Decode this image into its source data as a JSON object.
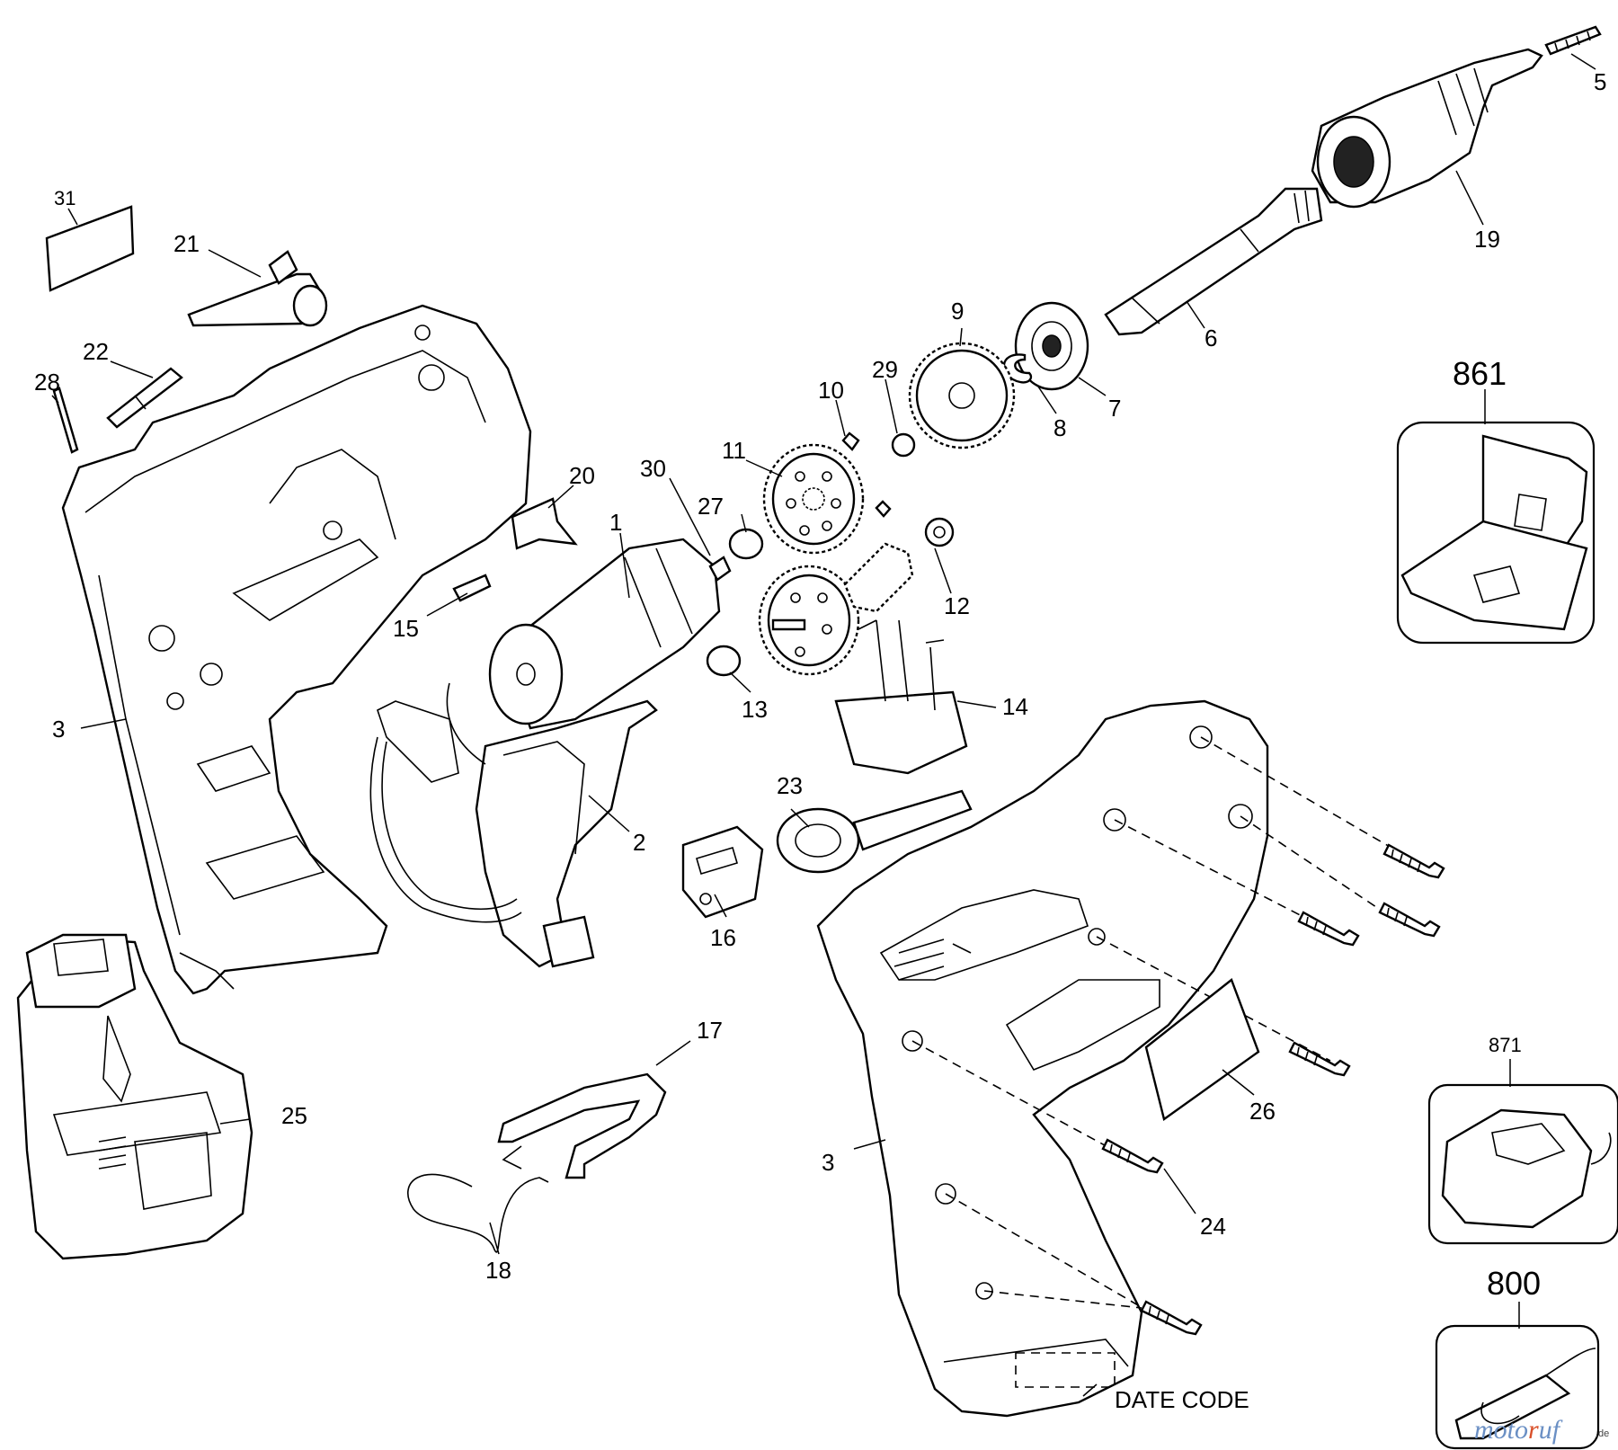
{
  "parts": {
    "p1": "1",
    "p2": "2",
    "p3a": "3",
    "p3b": "3",
    "p5": "5",
    "p6": "6",
    "p7": "7",
    "p8": "8",
    "p9": "9",
    "p10": "10",
    "p11": "11",
    "p12": "12",
    "p13": "13",
    "p14": "14",
    "p15": "15",
    "p16": "16",
    "p17": "17",
    "p18": "18",
    "p19": "19",
    "p20": "20",
    "p21": "21",
    "p22": "22",
    "p23": "23",
    "p24": "24",
    "p25": "25",
    "p26": "26",
    "p27": "27",
    "p28": "28",
    "p29": "29",
    "p30": "30",
    "p31": "31"
  },
  "accessories": {
    "a861": "861",
    "a871": "871",
    "a800": "800"
  },
  "date_code": "DATE CODE",
  "watermark": {
    "main": "moto",
    "accent": "r",
    "tail": "uf",
    "suffix": ".de"
  }
}
